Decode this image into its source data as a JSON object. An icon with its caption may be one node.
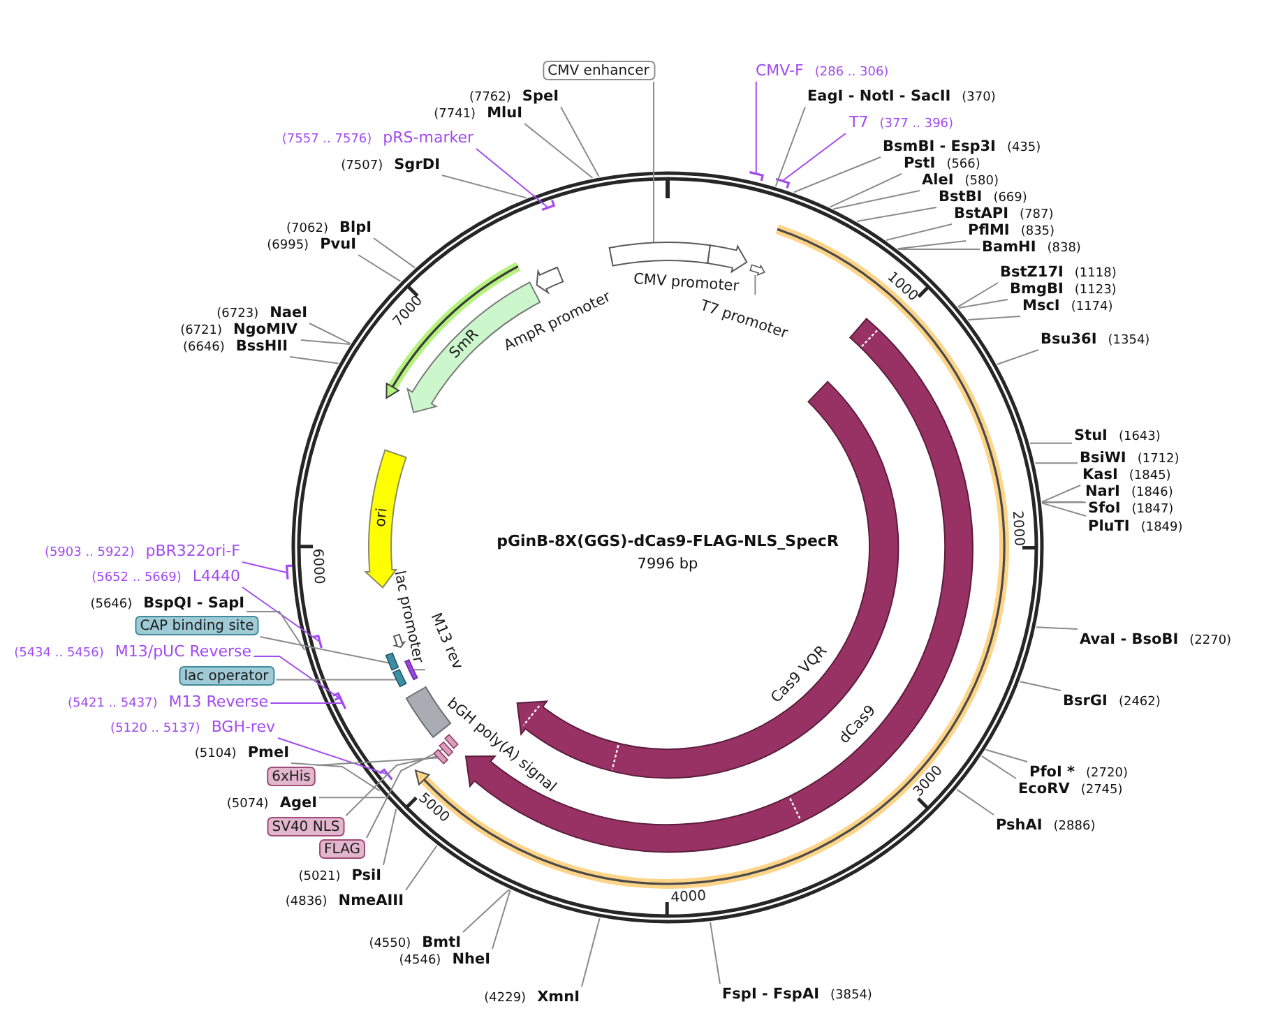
{
  "diagram": {
    "title": "pGinB-8X(GGS)-dCas9-FLAG-NLS_SpecR",
    "nodes": [
      {
        "text": [
          "CMV enhancer"
        ]
      },
      {
        "text": [
          "CMV-F",
          "(286 .. 306)"
        ]
      },
      {
        "text": [
          "(7762)",
          "SpeI"
        ]
      },
      {
        "text": [
          "EagI - NotI - SacII",
          "(370)"
        ]
      },
      {
        "text": [
          "(7741)",
          "MluI"
        ]
      },
      {
        "text": [
          "T7",
          "(377 .. 396)"
        ]
      },
      {
        "text": [
          "(7557 .. 7576)",
          "pRS-marker"
        ]
      },
      {
        "text": [
          "BsmBI - Esp3I",
          "(435)"
        ]
      },
      {
        "text": [
          "(7507)",
          "SgrDI"
        ]
      },
      {
        "text": [
          "PstI",
          "(566)"
        ]
      },
      {
        "text": [
          "AleI",
          "(580)"
        ]
      },
      {
        "text": [
          "BstBI",
          "(669)"
        ]
      },
      {
        "text": [
          "BstAPI",
          "(787)"
        ]
      },
      {
        "text": [
          "(7062)",
          "BlpI"
        ]
      },
      {
        "text": [
          "PflMI",
          "(835)"
        ]
      },
      {
        "text": [
          "(6995)",
          "PvuI"
        ]
      },
      {
        "text": [
          "BamHI",
          "(838)"
        ]
      },
      {
        "text": [
          "BstZ17I",
          "(1118)"
        ]
      },
      {
        "text": [
          "BmgBI",
          "(1123)"
        ]
      },
      {
        "text": [
          "MscI",
          "(1174)"
        ]
      },
      {
        "text": [
          "(6723)",
          "NaeI"
        ]
      },
      {
        "text": [
          "(6721)",
          "NgoMIV"
        ]
      },
      {
        "text": [
          "Bsu36I",
          "(1354)"
        ]
      },
      {
        "text": [
          "(6646)",
          "BssHII"
        ]
      },
      {
        "text": [
          "CMV promoter"
        ]
      },
      {
        "text": [
          "AmpR promoter"
        ]
      },
      {
        "text": [
          "T7 promoter"
        ]
      },
      {
        "text": [
          "SmR"
        ]
      },
      {
        "text": [
          "StuI",
          "(1643)"
        ]
      },
      {
        "text": [
          "BsiWI",
          "(1712)"
        ]
      },
      {
        "text": [
          "KasI",
          "(1845)"
        ]
      },
      {
        "text": [
          "NarI",
          "(1846)"
        ]
      },
      {
        "text": [
          "SfoI",
          "(1847)"
        ]
      },
      {
        "text": [
          "PluTI",
          "(1849)"
        ]
      },
      {
        "text": [
          "ori"
        ]
      },
      {
        "text": [
          "(5903 .. 5922)",
          "pBR322ori-F"
        ]
      },
      {
        "text": [
          "(5652 .. 5669)",
          "L4440"
        ]
      },
      {
        "text": [
          "(5646)",
          "BspQI - SapI"
        ]
      },
      {
        "text": [
          "CAP binding site"
        ]
      },
      {
        "text": [
          "lac promoter"
        ]
      },
      {
        "text": [
          "AvaI - BsoBI",
          "(2270)"
        ]
      },
      {
        "text": [
          "(5434 .. 5456)",
          "M13/pUC Reverse"
        ]
      },
      {
        "text": [
          "M13 rev"
        ]
      },
      {
        "text": [
          "lac operator"
        ]
      },
      {
        "text": [
          "bGH poly(A) signal"
        ]
      },
      {
        "text": [
          "(5421 .. 5437)",
          "M13 Reverse"
        ]
      },
      {
        "text": [
          "BsrGI",
          "(2462)"
        ]
      },
      {
        "text": [
          "Cas9 VQR"
        ]
      },
      {
        "text": [
          "(5120 .. 5137)",
          "BGH-rev"
        ]
      },
      {
        "text": [
          "dCas9"
        ]
      },
      {
        "text": [
          "(5104)",
          "PmeI"
        ]
      },
      {
        "text": [
          "PfoI *",
          "(2720)"
        ]
      },
      {
        "text": [
          "6xHis"
        ]
      },
      {
        "text": [
          "EcoRV",
          "(2745)"
        ]
      },
      {
        "text": [
          "(5074)",
          "AgeI"
        ]
      },
      {
        "text": [
          "SV40 NLS"
        ]
      },
      {
        "text": [
          "PshAI",
          "(2886)"
        ]
      },
      {
        "text": [
          "FLAG"
        ]
      },
      {
        "text": [
          "(5021)",
          "PsiI"
        ]
      },
      {
        "text": [
          "(4836)",
          "NmeAIII"
        ]
      },
      {
        "text": [
          "(4550)",
          "BmtI"
        ]
      },
      {
        "text": [
          "(4546)",
          "NheI"
        ]
      },
      {
        "text": [
          "(4229)",
          "XmnI"
        ]
      },
      {
        "text": [
          "FspI - FspAI",
          "(3854)"
        ]
      },
      {
        "text": [],
        "shape": "arrow"
      },
      {
        "text": [],
        "shape": "bar"
      },
      {
        "text": [],
        "shape": "bar"
      },
      {
        "text": [],
        "shape": "bar"
      },
      {
        "text": [],
        "shape": "bar"
      },
      {
        "text": [],
        "shape": "bar"
      },
      {
        "text": [],
        "shape": "bar"
      },
      {
        "text": [],
        "shape": "bar"
      }
    ],
    "edges": [
      {
        "from": 0,
        "to": 71,
        "arrow": "none"
      },
      {
        "from": 1,
        "to": null,
        "arrow": "none",
        "color": "#a24bf0"
      },
      {
        "from": 2,
        "to": null,
        "arrow": "none"
      },
      {
        "from": 3,
        "to": null,
        "arrow": "none"
      },
      {
        "from": 4,
        "to": null,
        "arrow": "none"
      },
      {
        "from": 5,
        "to": null,
        "arrow": "none",
        "color": "#a24bf0"
      },
      {
        "from": 6,
        "to": null,
        "arrow": "none",
        "color": "#a24bf0"
      },
      {
        "from": 7,
        "to": null,
        "arrow": "none"
      },
      {
        "from": 8,
        "to": null,
        "arrow": "none"
      },
      {
        "from": 9,
        "to": null,
        "arrow": "none"
      },
      {
        "from": 10,
        "to": null,
        "arrow": "none"
      },
      {
        "from": 11,
        "to": null,
        "arrow": "none"
      },
      {
        "from": 12,
        "to": null,
        "arrow": "none"
      },
      {
        "from": 13,
        "to": null,
        "arrow": "none"
      },
      {
        "from": 14,
        "to": null,
        "arrow": "none"
      },
      {
        "from": 15,
        "to": null,
        "arrow": "none"
      },
      {
        "from": 16,
        "to": null,
        "arrow": "none"
      },
      {
        "from": 17,
        "to": null,
        "arrow": "none"
      },
      {
        "from": 18,
        "to": null,
        "arrow": "none"
      },
      {
        "from": 19,
        "to": null,
        "arrow": "none"
      },
      {
        "from": 20,
        "to": null,
        "arrow": "none"
      },
      {
        "from": 21,
        "to": null,
        "arrow": "none"
      },
      {
        "from": 22,
        "to": null,
        "arrow": "none"
      },
      {
        "from": 23,
        "to": null,
        "arrow": "none"
      },
      {
        "from": 26,
        "to": 64,
        "arrow": "none"
      },
      {
        "from": 28,
        "to": null,
        "arrow": "none"
      },
      {
        "from": 29,
        "to": null,
        "arrow": "none"
      },
      {
        "from": 30,
        "to": null,
        "arrow": "none"
      },
      {
        "from": 31,
        "to": null,
        "arrow": "none"
      },
      {
        "from": 32,
        "to": null,
        "arrow": "none"
      },
      {
        "from": 33,
        "to": null,
        "arrow": "none"
      },
      {
        "from": 35,
        "to": null,
        "arrow": "none",
        "color": "#a24bf0"
      },
      {
        "from": 36,
        "to": null,
        "arrow": "none",
        "color": "#a24bf0"
      },
      {
        "from": 37,
        "to": null,
        "arrow": "none"
      },
      {
        "from": 38,
        "to": 65,
        "arrow": "none"
      },
      {
        "from": 40,
        "to": null,
        "arrow": "none"
      },
      {
        "from": 41,
        "to": null,
        "arrow": "none",
        "color": "#a24bf0"
      },
      {
        "from": 42,
        "to": 67,
        "arrow": "none"
      },
      {
        "from": 43,
        "to": 66,
        "arrow": "none"
      },
      {
        "from": 45,
        "to": null,
        "arrow": "none",
        "color": "#a24bf0"
      },
      {
        "from": 46,
        "to": null,
        "arrow": "none"
      },
      {
        "from": 48,
        "to": null,
        "arrow": "none",
        "color": "#a24bf0"
      },
      {
        "from": 50,
        "to": null,
        "arrow": "none"
      },
      {
        "from": 51,
        "to": null,
        "arrow": "none"
      },
      {
        "from": 52,
        "to": 68,
        "arrow": "none"
      },
      {
        "from": 53,
        "to": null,
        "arrow": "none"
      },
      {
        "from": 54,
        "to": null,
        "arrow": "none"
      },
      {
        "from": 55,
        "to": 69,
        "arrow": "none"
      },
      {
        "from": 56,
        "to": null,
        "arrow": "none"
      },
      {
        "from": 57,
        "to": 70,
        "arrow": "none"
      },
      {
        "from": 58,
        "to": null,
        "arrow": "none"
      },
      {
        "from": 59,
        "to": null,
        "arrow": "none"
      },
      {
        "from": 60,
        "to": null,
        "arrow": "none"
      },
      {
        "from": 61,
        "to": null,
        "arrow": "none"
      },
      {
        "from": 62,
        "to": null,
        "arrow": "none"
      },
      {
        "from": 63,
        "to": null,
        "arrow": "none"
      }
    ],
    "labels": [
      "1000",
      "7000",
      "2000",
      "7996 bp",
      "6000",
      "3000",
      "5000",
      "4000"
    ]
  }
}
